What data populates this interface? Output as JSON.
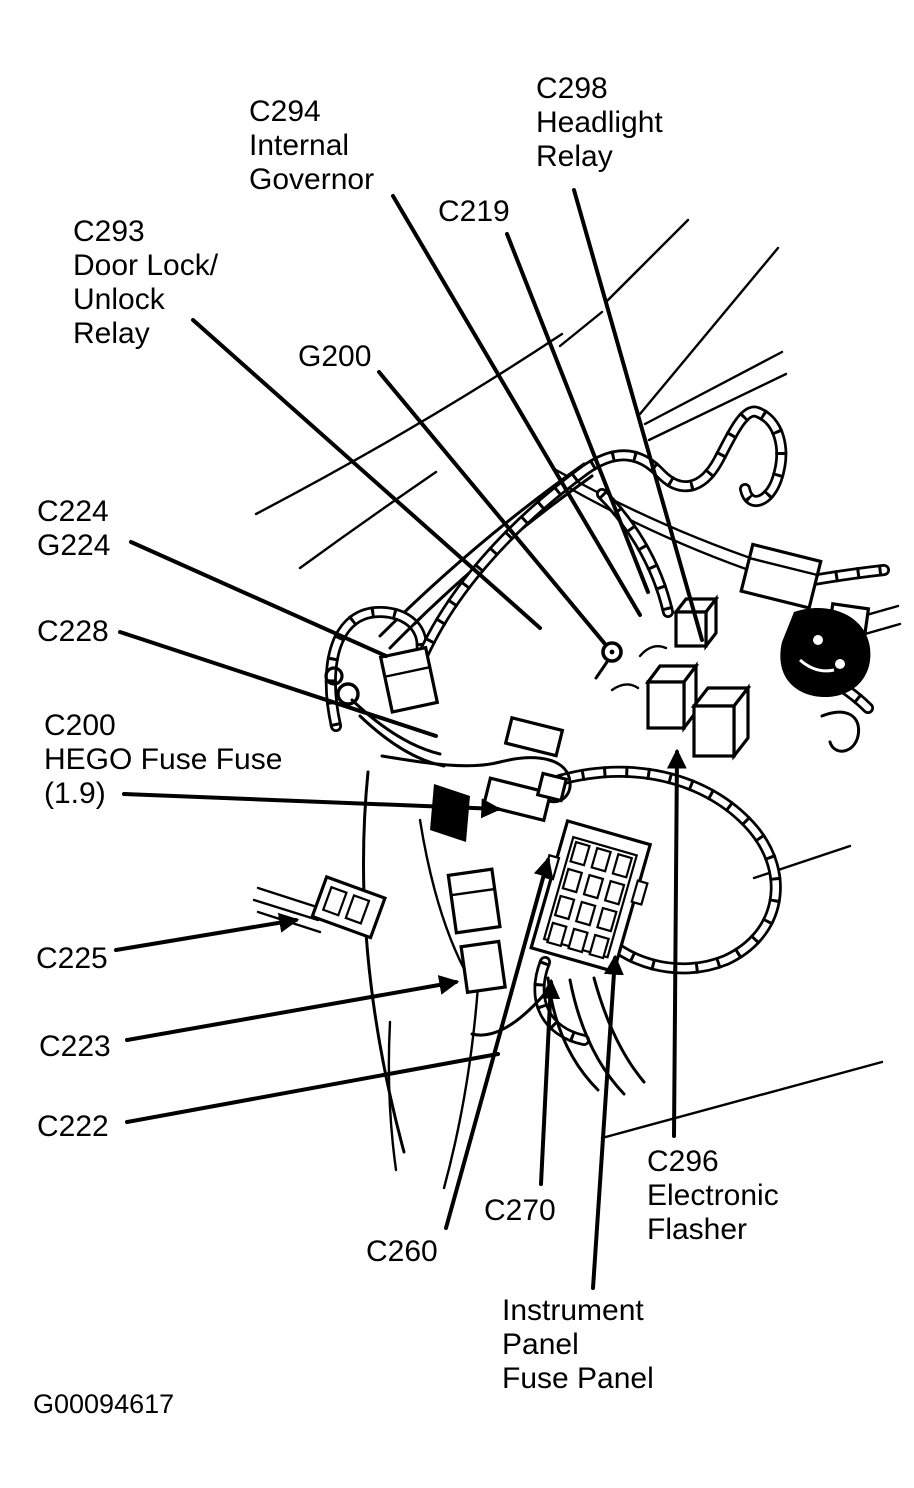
{
  "figure": {
    "code": "G00094617"
  },
  "colors": {
    "ink": "#000000",
    "paper": "#ffffff"
  },
  "callouts": [
    {
      "id": "c294",
      "lines": [
        "C294",
        "Internal",
        "Governor"
      ]
    },
    {
      "id": "c298",
      "lines": [
        "C298",
        "Headlight",
        "Relay"
      ]
    },
    {
      "id": "c219",
      "lines": [
        "C219"
      ]
    },
    {
      "id": "c293",
      "lines": [
        "C293",
        "Door Lock/",
        "Unlock",
        "Relay"
      ]
    },
    {
      "id": "g200",
      "lines": [
        "G200"
      ]
    },
    {
      "id": "c224-g224",
      "lines": [
        "C224",
        "G224"
      ]
    },
    {
      "id": "c228",
      "lines": [
        "C228"
      ]
    },
    {
      "id": "c200",
      "lines": [
        "C200",
        "HEGO Fuse Fuse",
        "(1.9)"
      ]
    },
    {
      "id": "c225",
      "lines": [
        "C225"
      ]
    },
    {
      "id": "c223",
      "lines": [
        "C223"
      ]
    },
    {
      "id": "c222",
      "lines": [
        "C222"
      ]
    },
    {
      "id": "c260",
      "lines": [
        "C260"
      ]
    },
    {
      "id": "c270",
      "lines": [
        "C270"
      ]
    },
    {
      "id": "c296",
      "lines": [
        "C296",
        "Electronic",
        "Flasher"
      ]
    },
    {
      "id": "instrument-panel-fuse-panel",
      "lines": [
        "Instrument",
        "Panel",
        "Fuse Panel"
      ]
    }
  ]
}
